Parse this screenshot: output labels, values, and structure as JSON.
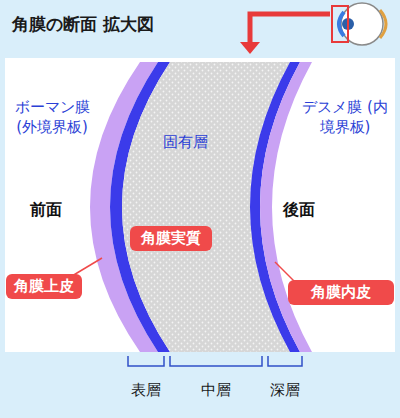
{
  "diagram": {
    "title": "角膜の断面 拡大図",
    "nodes": [
      {
        "text": [
          "角膜実質"
        ]
      },
      {
        "text": [
          "角膜上皮"
        ]
      },
      {
        "text": [
          "角膜内皮"
        ]
      }
    ],
    "labels": [
      "ボーマン膜 (外境界板)",
      "固有層",
      "デスメ膜 (内境界板)",
      "前面",
      "後面",
      "表層",
      "中層",
      "深層"
    ]
  }
}
